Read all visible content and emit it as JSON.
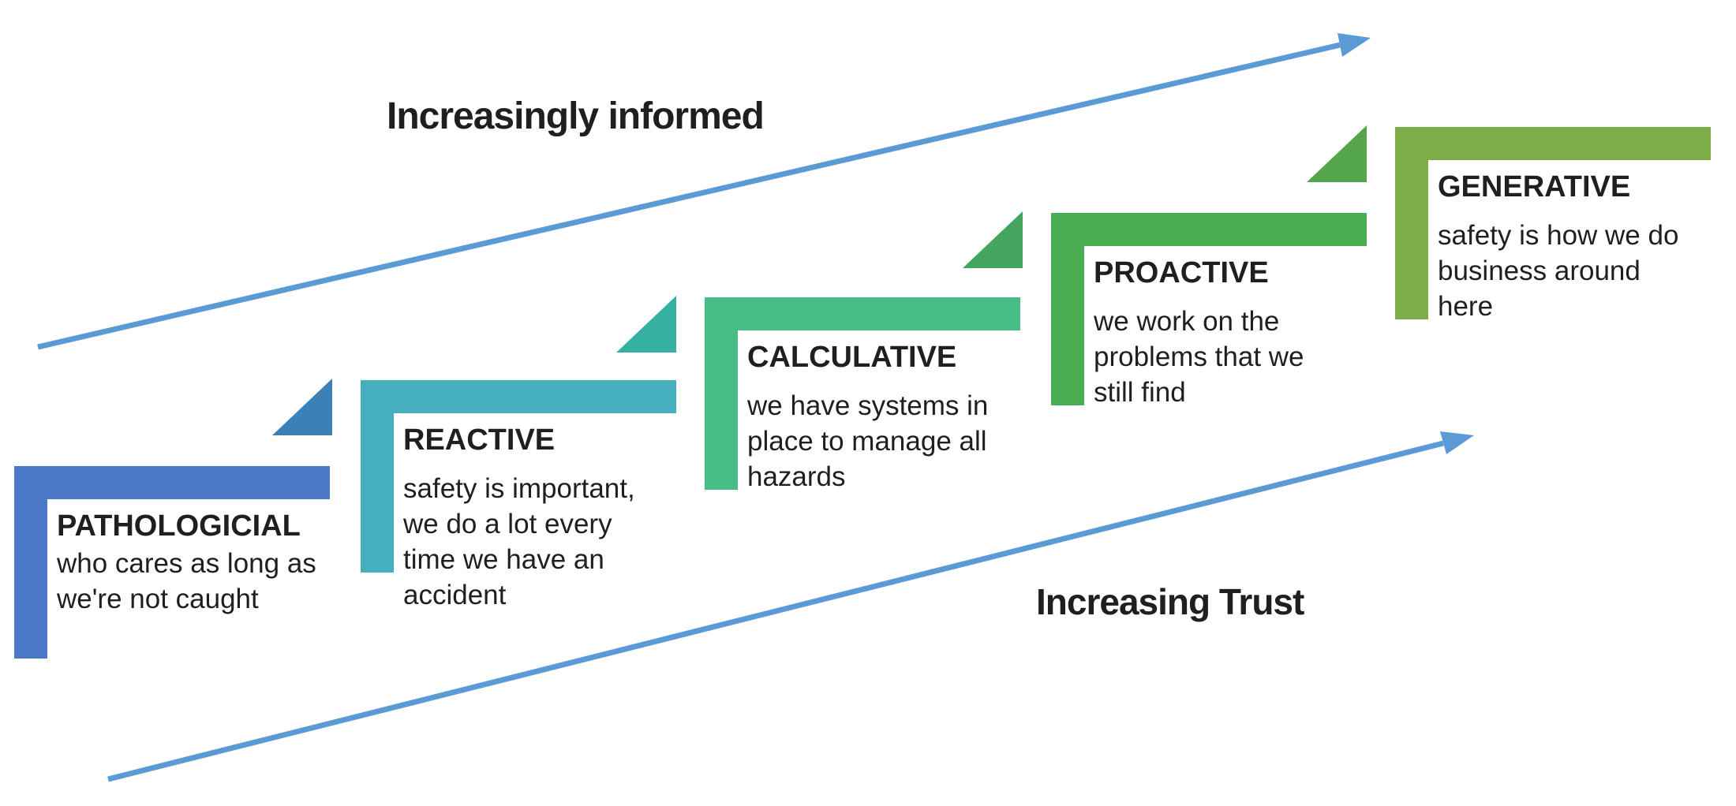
{
  "diagram": {
    "top_label": "Increasingly informed",
    "bottom_label": "Increasing Trust",
    "arrow_color": "#5B9BD5",
    "text_color": "#1F1F1F",
    "background_color": "#FFFFFF",
    "steps": [
      {
        "title": "PATHOLOGICIAL",
        "description": "who cares as long as\nwe're not caught",
        "color": "#4B79C7",
        "triangle_color": null
      },
      {
        "title": "REACTIVE",
        "description": "safety is important,\nwe do a lot every\ntime we have an\naccident",
        "color": "#45AFBE",
        "triangle_color": "#3B80B6"
      },
      {
        "title": "CALCULATIVE",
        "description": "we have systems in\nplace to manage all\nhazards",
        "color": "#47BC85",
        "triangle_color": "#35B0A3"
      },
      {
        "title": "PROACTIVE",
        "description": "we work on the\nproblems that we\nstill find",
        "color": "#4BAD52",
        "triangle_color": "#44A65E"
      },
      {
        "title": "GENERATIVE",
        "description": "safety is how we do\nbusiness around\nhere",
        "color": "#7CAD49",
        "triangle_color": "#55A54A"
      }
    ]
  }
}
